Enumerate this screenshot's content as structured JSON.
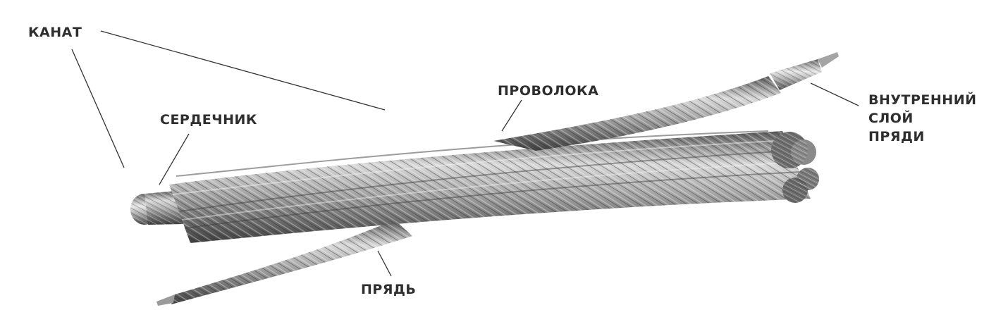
{
  "labels": {
    "rope": "КАНАТ",
    "core": "СЕРДЕЧНИК",
    "wire": "ПРОВОЛОКА",
    "strand": "ПРЯДЬ",
    "inner_layer": [
      "ВНУТРЕННИЙ",
      "СЛОЙ",
      "ПРЯДИ"
    ]
  },
  "colors": {
    "text": "#2e2e2e",
    "leader": "#333333",
    "steel_dark": "#4a4a4a",
    "steel_mid": "#9a9a9a",
    "steel_light": "#e4e4e4"
  }
}
